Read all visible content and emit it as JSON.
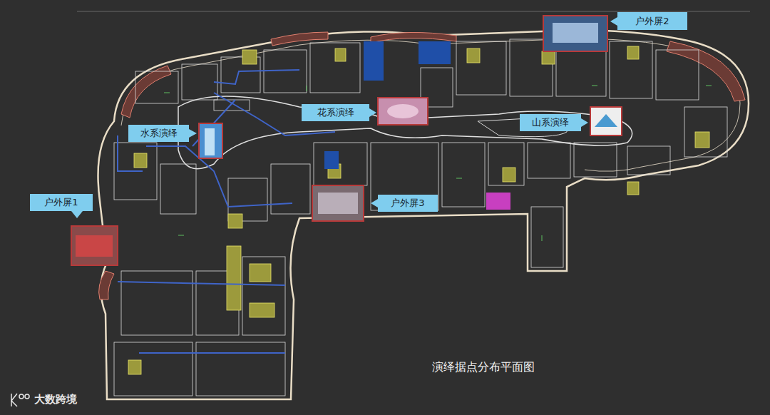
{
  "diagram": {
    "caption": "演绎据点分布平面图",
    "nodes": [
      {
        "text": [
          "户外屏2"
        ]
      },
      {
        "text": [
          "花系演绎"
        ]
      },
      {
        "text": [
          "水系演绎"
        ]
      },
      {
        "text": [
          "山系演绎"
        ]
      },
      {
        "text": [
          "户外屏1"
        ]
      },
      {
        "text": [
          "户外屏3"
        ]
      }
    ],
    "edges": [],
    "labels": [
      "大数跨境"
    ]
  }
}
